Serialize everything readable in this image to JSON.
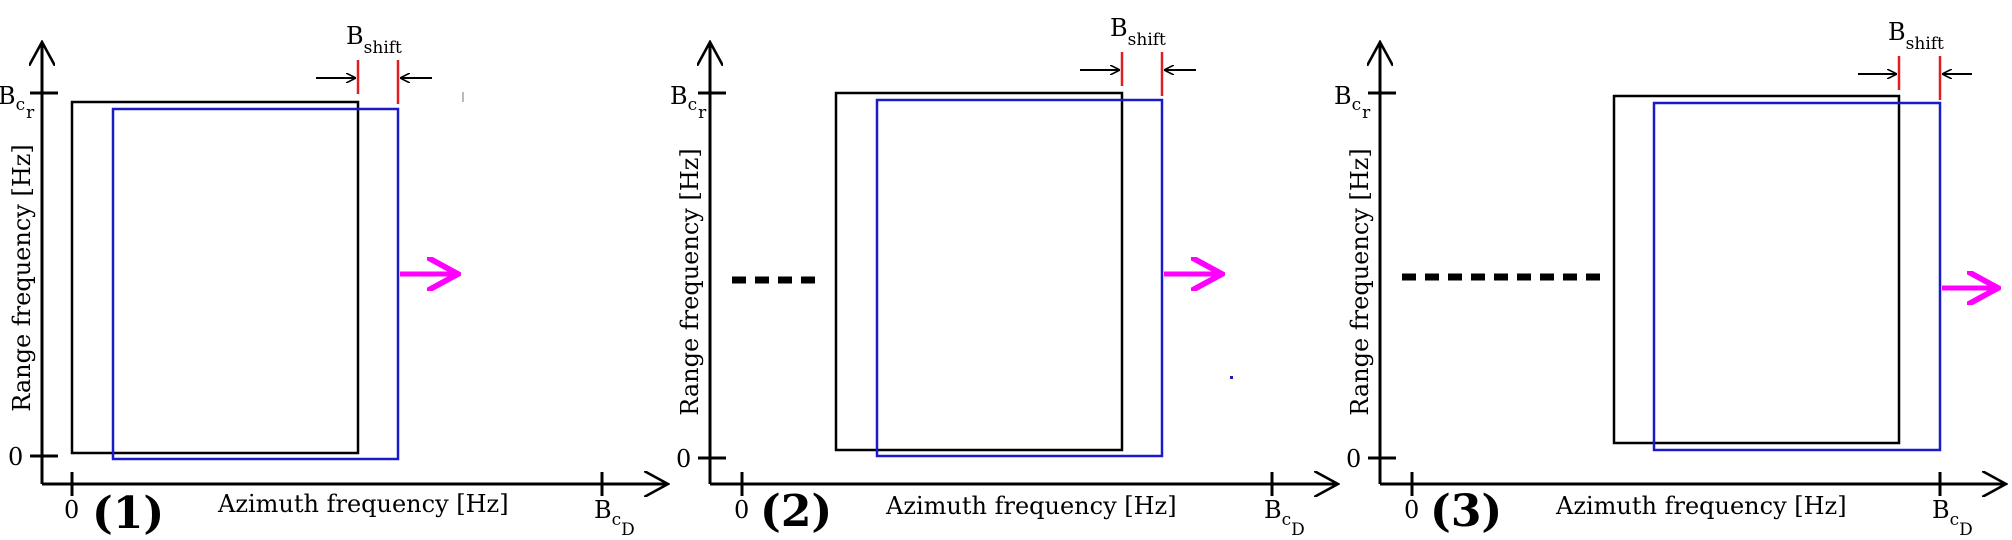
{
  "colors": {
    "axis": "#000000",
    "reference_box": "#000000",
    "shifted_box": "#1a1ac8",
    "shift_marker": "#e02020",
    "motion_arrow": "#ff00ff"
  },
  "panels": [
    {
      "label": "(1)",
      "y_axis_label": "Range frequency [Hz]",
      "x_axis_label": "Azimuth frequency [Hz]",
      "x_origin": "0",
      "y_origin": "0",
      "y_top_tick": {
        "main": "B",
        "sub1": "c",
        "sub2": "r"
      },
      "x_end_tick": {
        "main": "B",
        "sub1": "c",
        "sub2": "D"
      },
      "shift_label": {
        "main": "B",
        "sub": "shift"
      }
    },
    {
      "label": "(2)",
      "y_axis_label": "Range frequency [Hz]",
      "x_axis_label": "Azimuth frequency [Hz]",
      "x_origin": "0",
      "y_origin": "0",
      "y_top_tick": {
        "main": "B",
        "sub1": "c",
        "sub2": "r"
      },
      "x_end_tick": {
        "main": "B",
        "sub1": "c",
        "sub2": "D"
      },
      "shift_label": {
        "main": "B",
        "sub": "shift"
      }
    },
    {
      "label": "(3)",
      "y_axis_label": "Range frequency [Hz]",
      "x_axis_label": "Azimuth frequency [Hz]",
      "x_origin": "0",
      "y_origin": "0",
      "y_top_tick": {
        "main": "B",
        "sub1": "c",
        "sub2": "r"
      },
      "x_end_tick": {
        "main": "B",
        "sub1": "c",
        "sub2": "D"
      },
      "shift_label": {
        "main": "B",
        "sub": "shift"
      }
    }
  ]
}
